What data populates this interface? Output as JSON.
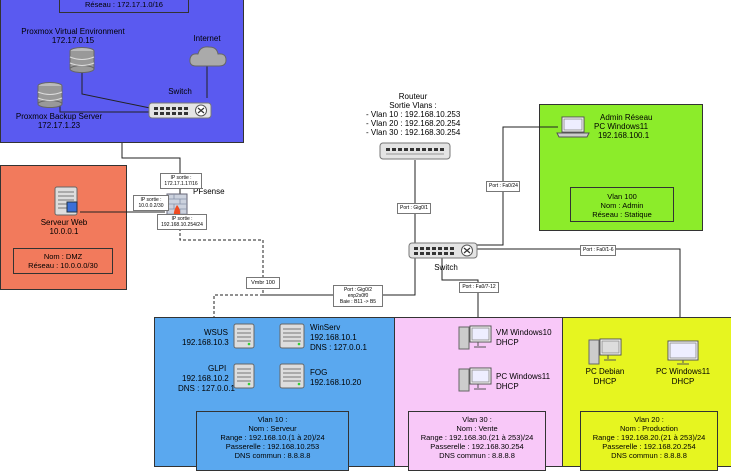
{
  "zones": {
    "top": {
      "reseau": "Réseau : 172.17.1.0/16",
      "color": "#5a5af0"
    },
    "dmz": {
      "color": "#f27a5c",
      "nom": "Nom : DMZ",
      "reseau": "Réseau : 10.0.0.0/30"
    },
    "admin": {
      "color": "#8cec2a",
      "vlan": "Vlan 100",
      "nom": "Nom : Admin",
      "reseau": "Réseau : Statique"
    },
    "serveur": {
      "color": "#5aa8ef",
      "vlan": "Vlan 10 :",
      "nom": "Nom : Serveur",
      "range": "Range : 192.168.10.(1 à 20)/24",
      "passerelle": "Passerelle : 192.168.10.253",
      "dns": "DNS commun : 8.8.8.8"
    },
    "vente": {
      "color": "#f8c8f8",
      "vlan": "Vlan 30 :",
      "nom": "Nom : Vente",
      "range": "Range : 192.168.30.(21 à 253)/24",
      "passerelle": "Passerelle : 192.168.30.254",
      "dns": "DNS commun : 8.8.8.8"
    },
    "production": {
      "color": "#e6f520",
      "vlan": "Vlan 20 :",
      "nom": "Nom : Production",
      "range": "Range : 192.168.20.(21 à 253)/24",
      "passerelle": "Passerelle : 192.168.20.254",
      "dns": "DNS commun : 8.8.8.8"
    }
  },
  "nodes": {
    "proxmox_ve": {
      "name": "Proxmox Virtual Environment",
      "ip": "172.17.0.15"
    },
    "proxmox_bs": {
      "name": "Proxmox Backup Server",
      "ip": "172.17.1.23"
    },
    "internet": {
      "name": "Internet"
    },
    "switch_top": {
      "name": "Switch"
    },
    "pfsense": {
      "name": "PFsense"
    },
    "serveur_web": {
      "name": "Serveur Web",
      "ip": "10.0.0.1"
    },
    "routeur": {
      "name": "Routeur",
      "subtitle": "Sortie Vlans :",
      "vlan10": "- Vlan 10 : 192.168.10.253",
      "vlan20": "- Vlan 20 : 192.168.20.254",
      "vlan30": "- Vlan 30 : 192.168.30.254"
    },
    "admin_pc": {
      "name": "Admin Réseau",
      "os": "PC Windows11",
      "ip": "192.168.100.1"
    },
    "switch_main": {
      "name": "Switch"
    },
    "wsus": {
      "name": "WSUS",
      "ip": "192.168.10.3"
    },
    "winserv": {
      "name": "WinServ",
      "ip": "192.168.10.1",
      "dns": "DNS : 127.0.0.1"
    },
    "glpi": {
      "name": "GLPI",
      "ip": "192.168.10.2",
      "dns": "DNS : 127.0.0.1"
    },
    "fog": {
      "name": "FOG",
      "ip": "192.168.10.20"
    },
    "vm_windows10": {
      "name": "VM Windows10",
      "ip": "DHCP"
    },
    "pc_windows11_vente": {
      "name": "PC Windows11",
      "ip": "DHCP"
    },
    "pc_debian": {
      "name": "PC Debian",
      "ip": "DHCP"
    },
    "pc_windows11_prod": {
      "name": "PC Windows11",
      "ip": "DHCP"
    }
  },
  "labels": {
    "ip_sortie_top": [
      "IP sortie :",
      "172.17.1.17/16"
    ],
    "ip_sortie_left": [
      "IP sortie :",
      "10.0.0.2/30"
    ],
    "ip_sortie_bottom": [
      "IP sortie :",
      "192.168.10.254/24"
    ],
    "vmbr": [
      "Vmbr 100"
    ],
    "port_gig01": [
      "Port : Gig0/1"
    ],
    "port_fa024": [
      "Port : Fa0/24"
    ],
    "port_fa016": [
      "Port : Fa0/1-6"
    ],
    "port_fa0712": [
      "Port : Fa0/7-12"
    ],
    "port_gig02": [
      "Port : Gig0/2",
      "enp2s0f0",
      "Baie : B11 -> B5"
    ]
  }
}
